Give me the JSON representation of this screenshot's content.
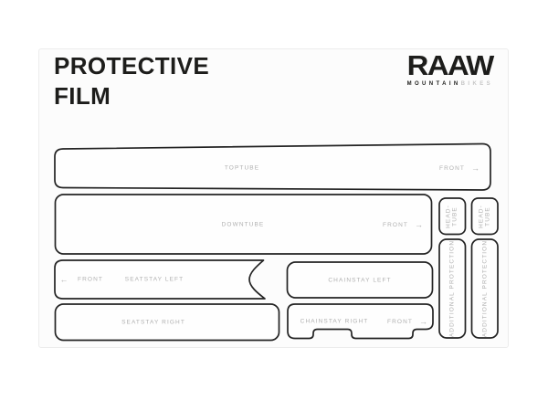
{
  "header": {
    "title_line1": "PROTECTIVE",
    "title_line2": "FILM",
    "brand": {
      "wordmark": "RAAW",
      "tagline_primary": "MOUNTAIN",
      "tagline_secondary": "BIKES"
    }
  },
  "pieces": {
    "toptube": {
      "label": "TOPTUBE",
      "front_label": "FRONT",
      "front_arrow": "→"
    },
    "downtube": {
      "label": "DOWNTUBE",
      "front_label": "FRONT",
      "front_arrow": "→"
    },
    "headtube_1": {
      "line1": "HEAD-",
      "line2": "TUBE"
    },
    "headtube_2": {
      "line1": "HEAD-",
      "line2": "TUBE"
    },
    "seatstay_left": {
      "front_arrow": "←",
      "front_label": "FRONT",
      "label": "SEATSTAY LEFT"
    },
    "chainstay_left": {
      "label": "CHAINSTAY LEFT"
    },
    "additional_1": {
      "label": "ADDITIONAL PROTECTION"
    },
    "additional_2": {
      "label": "ADDITIONAL PROTECTION"
    },
    "seatstay_right": {
      "label": "SEATSTAY RIGHT"
    },
    "chainstay_right": {
      "label": "CHAINSTAY RIGHT",
      "front_label": "FRONT",
      "front_arrow": "→"
    }
  },
  "colors": {
    "outline": "#232323",
    "piece_label": "#b0b0b0",
    "title": "#1d1d1b",
    "tagline_secondary": "#c6c6c6",
    "card_border": "#ececec"
  }
}
